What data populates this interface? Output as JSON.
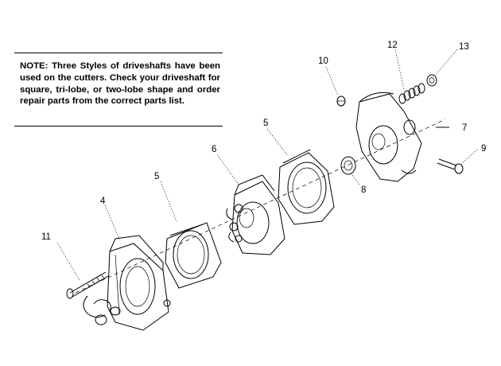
{
  "note": {
    "text": "NOTE: Three Styles of driveshafts have been used on the cutters. Check your driveshaft for square, tri-lobe, or two-lobe shape and order repair parts from the correct parts list."
  },
  "callouts": {
    "c4": "4",
    "c5a": "5",
    "c5b": "5",
    "c6": "6",
    "c7": "7",
    "c8": "8",
    "c9": "9",
    "c10": "10",
    "c11": "11",
    "c12": "12",
    "c13": "13"
  }
}
